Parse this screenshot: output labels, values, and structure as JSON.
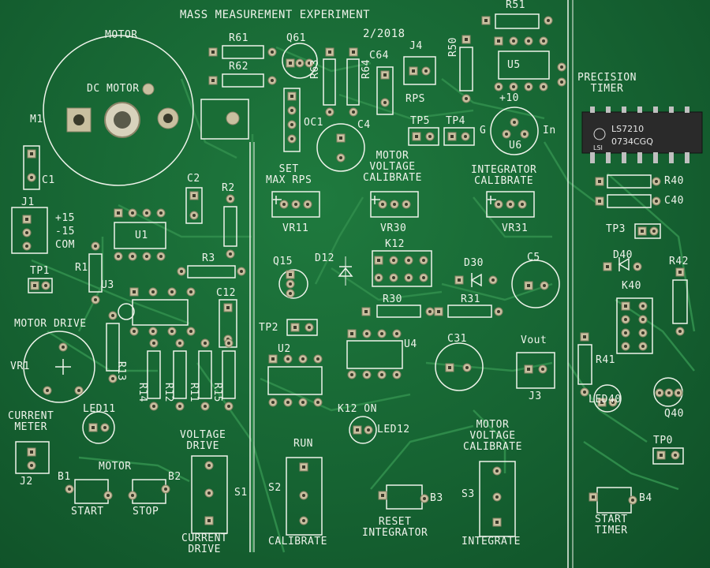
{
  "board": {
    "title": "MASS MEASUREMENT EXPERIMENT",
    "date": "2/2018",
    "colors": {
      "pcb": "#166332",
      "trace": "#2e8a4a",
      "silkscreen": "#eef3ea",
      "pad": "#c9c0a0",
      "chip": "#2a2a2a"
    }
  },
  "labels": {
    "motor": "MOTOR",
    "dc_motor": "DC MOTOR",
    "m1": "M1",
    "c1": "C1",
    "j1": "J1",
    "plus15": "+15",
    "minus15": "-15",
    "com": "COM",
    "u1": "U1",
    "r1": "R1",
    "tp1": "TP1",
    "u3": "U3",
    "motor_drive": "MOTOR DRIVE",
    "vr1": "VR1",
    "r13": "R13",
    "r14": "R14",
    "r12": "R12",
    "r11": "R11",
    "r15": "R15",
    "led11": "LED11",
    "current_meter": "CURRENT\nMETER",
    "j2": "J2",
    "motor2": "MOTOR",
    "b1": "B1",
    "b2": "B2",
    "start": "START",
    "stop": "STOP",
    "voltage_drive": "VOLTAGE\nDRIVE",
    "s1": "S1",
    "current_drive": "CURRENT\nDRIVE",
    "r61": "R61",
    "r62": "R62",
    "q61": "Q61",
    "c2": "C2",
    "r2": "R2",
    "r3": "R3",
    "c12": "C12",
    "r63": "R63",
    "r64": "R64",
    "c64": "C64",
    "j4": "J4",
    "rps": "RPS",
    "oc1": "OC1",
    "c4": "C4",
    "set_max_rps": "SET\nMAX RPS",
    "vr11": "VR11",
    "motor_voltage_calibrate": "MOTOR\nVOLTAGE\nCALIBRATE",
    "vr30": "VR30",
    "q15": "Q15",
    "d12": "D12",
    "k12": "K12",
    "r30": "R30",
    "tp2": "TP2",
    "u2": "U2",
    "u4": "U4",
    "k12_on": "K12 ON",
    "led12": "LED12",
    "run": "RUN",
    "s2": "S2",
    "calibrate": "CALIBRATE",
    "reset_integrator": "RESET\nINTEGRATOR",
    "b3": "B3",
    "r51": "R51",
    "r50": "R50",
    "u5": "U5",
    "plus10": "+10",
    "tp5": "TP5",
    "tp4": "TP4",
    "g": "G",
    "in": "In",
    "u6": "U6",
    "integrator_calibrate": "INTEGRATOR\nCALIBRATE",
    "vr31": "VR31",
    "d30": "D30",
    "r31": "R31",
    "c5": "C5",
    "c31": "C31",
    "vout": "Vout",
    "j3": "J3",
    "motor_voltage_calibrate2": "MOTOR\nVOLTAGE\nCALIBRATE",
    "s3": "S3",
    "integrate": "INTEGRATE",
    "precision_timer": "PRECISION\nTIMER",
    "r40": "R40",
    "c40": "C40",
    "tp3": "TP3",
    "d40": "D40",
    "r42": "R42",
    "k40": "K40",
    "r41": "R41",
    "led40": "LED40",
    "q40": "Q40",
    "tp0": "TP0",
    "b4": "B4",
    "start_timer": "START\nTIMER"
  },
  "chip": {
    "logo": "LSI",
    "part": "LS7210",
    "code": "0734CGQ"
  }
}
